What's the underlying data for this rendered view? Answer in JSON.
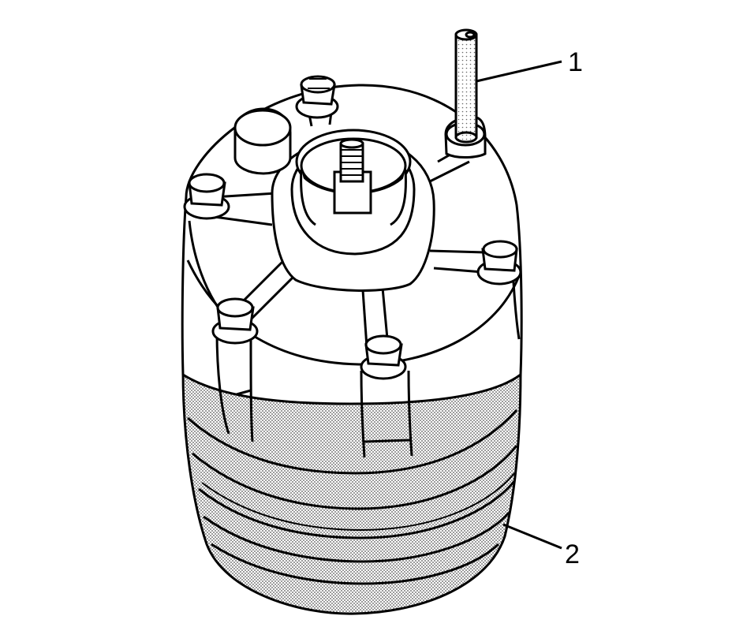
{
  "callouts": [
    {
      "id": "1",
      "label": "1"
    },
    {
      "id": "2",
      "label": "2"
    }
  ],
  "colors": {
    "ink": "#000000",
    "paper": "#ffffff",
    "stipple": "#9a9a9a"
  }
}
